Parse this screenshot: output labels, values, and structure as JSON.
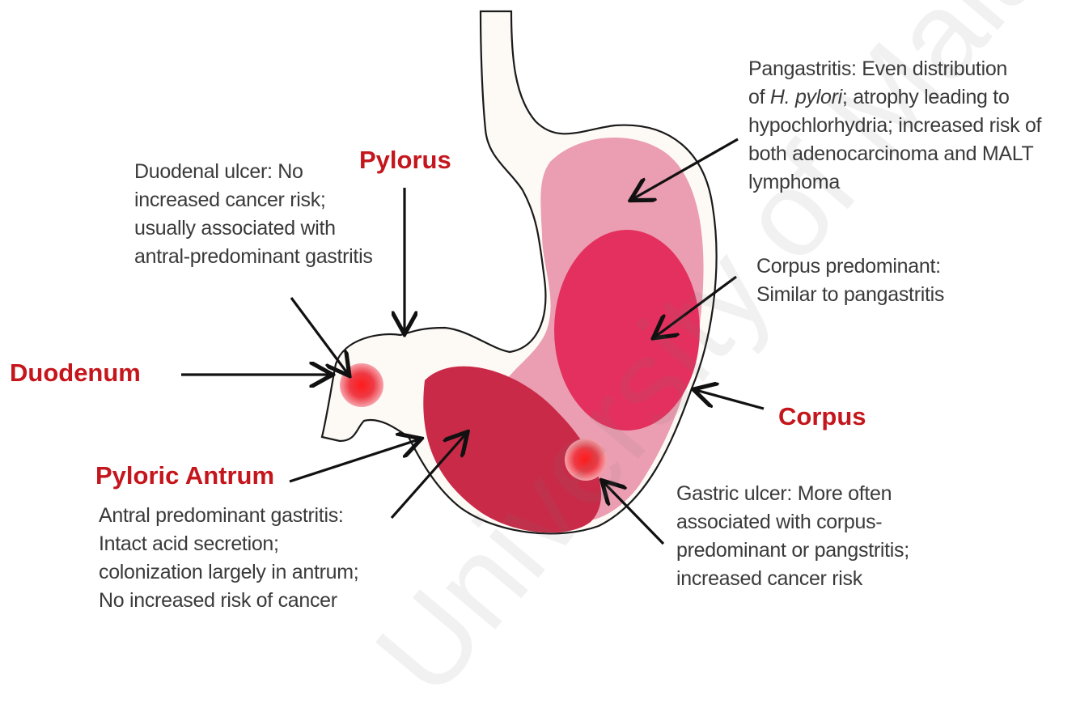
{
  "labels": {
    "pylorus": "Pylorus",
    "duodenum": "Duodenum",
    "corpus": "Corpus",
    "pyloric_antrum": "Pyloric Antrum"
  },
  "notes": {
    "pangastritis": {
      "line1": "Pangastritis: Even distribution",
      "line2_pre": "of ",
      "line2_italic": "H. pylori",
      "line2_post": "; atrophy leading to",
      "line3": "hypochlorhydria; increased risk of",
      "line4": "both adenocarcinoma and MALT",
      "line5": "lymphoma"
    },
    "duodenal_ulcer": {
      "lines": [
        "Duodenal ulcer: No",
        "increased cancer risk;",
        "usually associated with",
        "antral-predominant gastritis"
      ]
    },
    "corpus_predominant": {
      "lines": [
        "Corpus predominant:",
        "Similar to pangastritis"
      ]
    },
    "antral_predominant": {
      "lines": [
        "Antral predominant gastritis:",
        "Intact acid secretion;",
        "colonization largely in antrum;",
        "No increased risk of cancer"
      ]
    },
    "gastric_ulcer": {
      "lines": [
        "Gastric ulcer: More often",
        "associated with corpus-",
        "predominant or pangstritis;",
        "increased cancer risk"
      ]
    }
  },
  "watermark": "University of Malaya",
  "colors": {
    "label_red": "#c4161c",
    "stomach_fill": "#fdfaf6",
    "pangastritis_pink": "#eb9db1",
    "corpus_red": "#e4305e",
    "antrum_red": "#c92a48",
    "ulcer_red": "#ee2430"
  }
}
